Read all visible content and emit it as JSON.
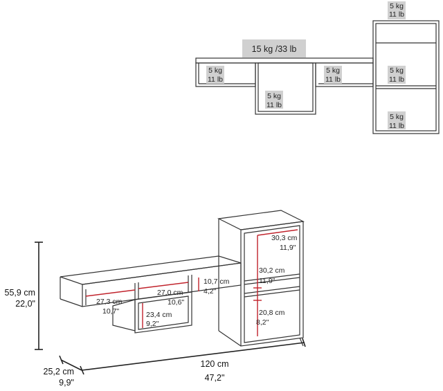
{
  "load_labels": {
    "top_tower": {
      "kg": "5 kg",
      "lb": "11 lb"
    },
    "shelf_total": "15 kg /33 lb",
    "left_cube": {
      "kg": "5 kg",
      "lb": "11 lb"
    },
    "drop_cube": {
      "kg": "5 kg",
      "lb": "11 lb"
    },
    "mid_cube": {
      "kg": "5 kg",
      "lb": "11 lb"
    },
    "tower_mid": {
      "kg": "5 kg",
      "lb": "11 lb"
    },
    "tower_bottom": {
      "kg": "5 kg",
      "lb": "11 lb"
    }
  },
  "dimensions": {
    "height": {
      "cm": "55,9 cm",
      "in": "22,0\""
    },
    "depth": {
      "cm": "25,2 cm",
      "in": "9,9\""
    },
    "width": {
      "cm": "120 cm",
      "in": "47,2\""
    },
    "left_cube": {
      "cm": "27,3 cm",
      "in": "10,7\""
    },
    "drop_cube_w": {
      "cm": "27,0 cm",
      "in": "10,6\""
    },
    "drop_cube_h": {
      "cm": "23,4 cm",
      "in": "9,2\""
    },
    "mid_cube_h": {
      "cm": "10,7 cm",
      "in": "4,2\""
    },
    "tower_top": {
      "cm": "30,3 cm",
      "in": "11,9\""
    },
    "tower_mid": {
      "cm": "30,2 cm",
      "in": "11,9\""
    },
    "tower_bottom": {
      "cm": "20,8 cm",
      "in": "8,2\""
    }
  }
}
